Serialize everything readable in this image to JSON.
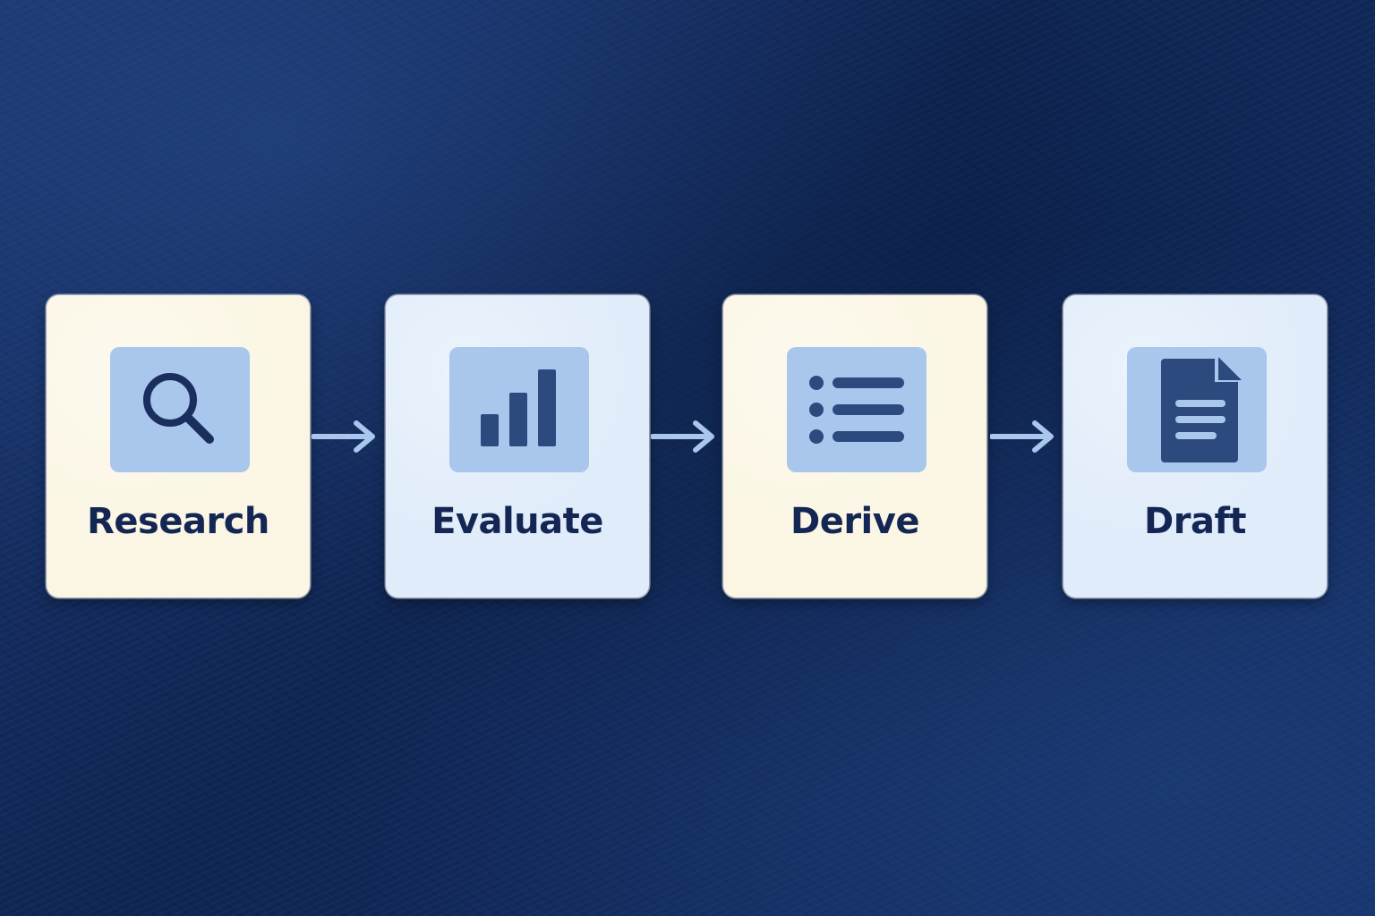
{
  "steps": [
    {
      "label": "Research",
      "icon": "search-icon",
      "tone": "cream"
    },
    {
      "label": "Evaluate",
      "icon": "bar-chart-icon",
      "tone": "blue"
    },
    {
      "label": "Derive",
      "icon": "bulleted-list-icon",
      "tone": "cream"
    },
    {
      "label": "Draft",
      "icon": "document-icon",
      "tone": "blue"
    }
  ],
  "colors": {
    "background": "#12295a",
    "card_cream": "#fbf6e4",
    "card_blue": "#e0ecfa",
    "icon_tile": "#a9c6ec",
    "icon_glyph": "#2c4a7e",
    "label_text": "#142653",
    "arrow": "#a9c6ec"
  }
}
